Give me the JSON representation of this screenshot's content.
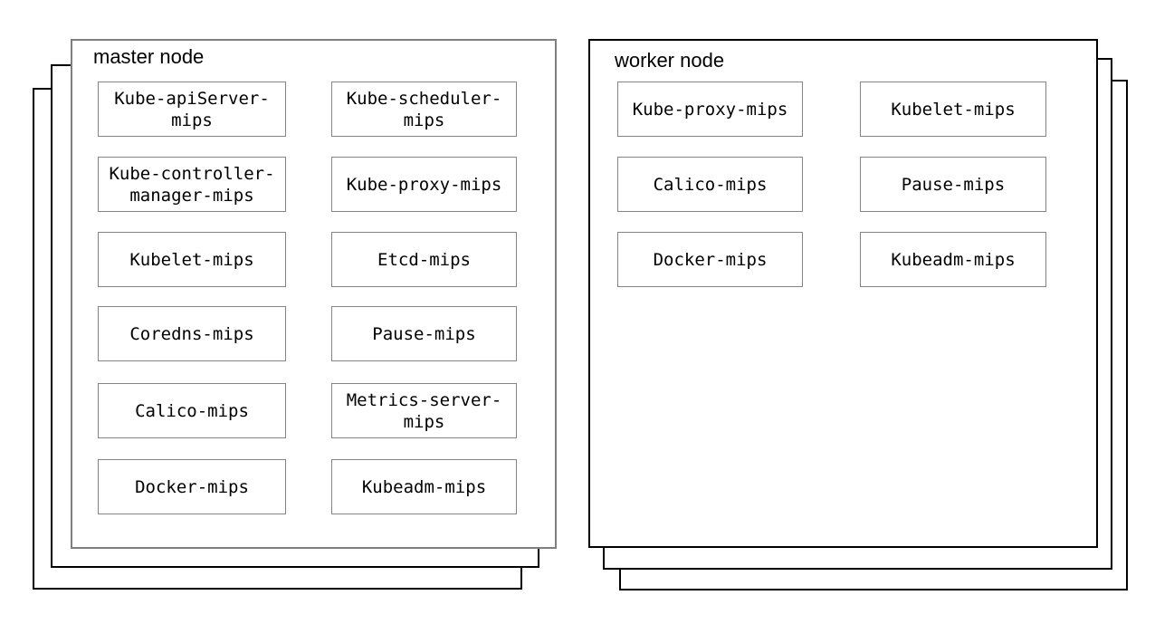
{
  "colors": {
    "master_front_border": "#7f7f7f",
    "worker_front_border": "#000000",
    "panel_back_border": "#000000",
    "box_border": "#848484",
    "text_color": "#000000"
  },
  "master": {
    "title": "master node",
    "boxes": [
      "Kube-apiServer-\nmips",
      "Kube-scheduler-\nmips",
      "Kube-controller-\nmanager-mips",
      "Kube-proxy-mips",
      "Kubelet-mips",
      "Etcd-mips",
      "Coredns-mips",
      "Pause-mips",
      "Calico-mips",
      "Metrics-server-\nmips",
      "Docker-mips",
      "Kubeadm-mips"
    ]
  },
  "worker": {
    "title": "worker node",
    "boxes": [
      "Kube-proxy-mips",
      "Kubelet-mips",
      "Calico-mips",
      "Pause-mips",
      "Docker-mips",
      "Kubeadm-mips"
    ]
  }
}
